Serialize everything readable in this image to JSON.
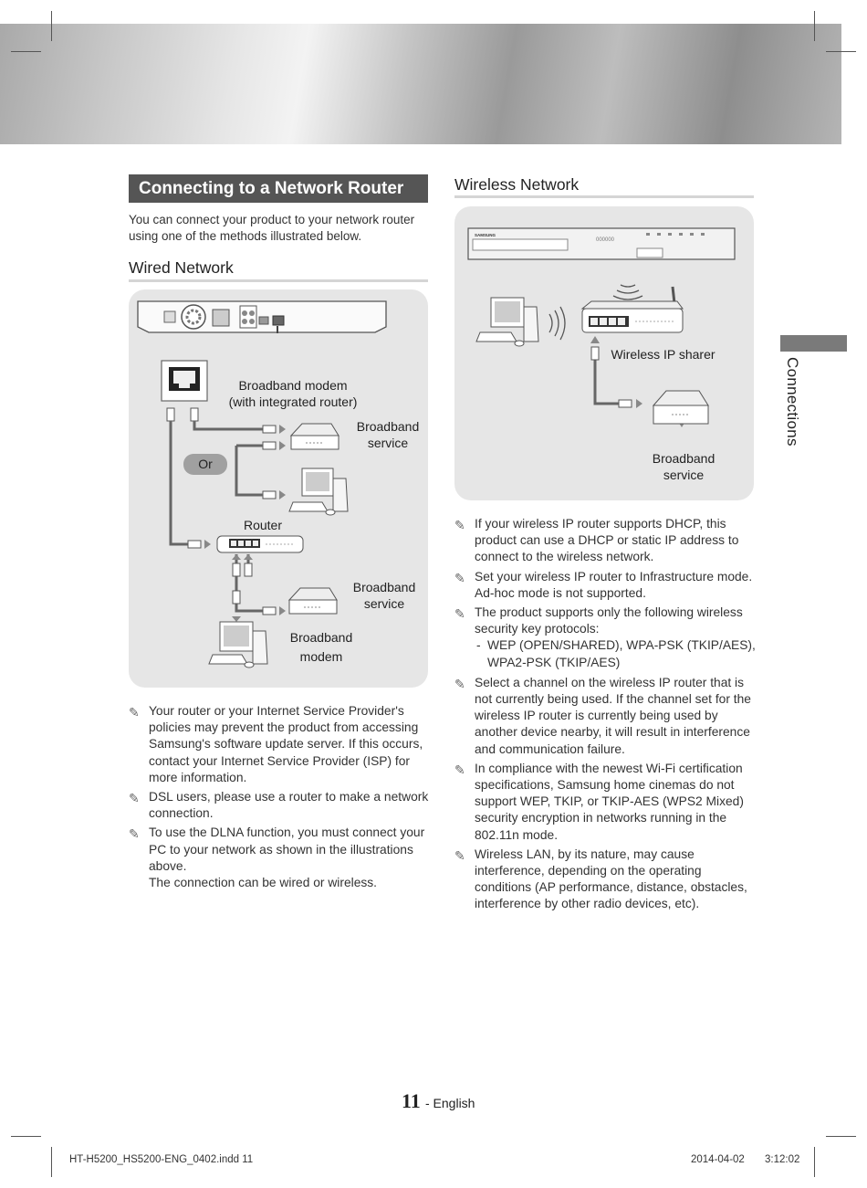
{
  "header": {
    "section_title": "Connecting to a Network Router",
    "intro": "You can connect your product to your network router using one of the methods illustrated below."
  },
  "wired": {
    "heading": "Wired Network",
    "labels": {
      "modem_router": "Broadband modem",
      "modem_router_sub": "(with integrated router)",
      "service1_a": "Broadband",
      "service1_b": "service",
      "or": "Or",
      "router": "Router",
      "service2_a": "Broadband",
      "service2_b": "service",
      "modem_a": "Broadband",
      "modem_b": "modem"
    },
    "notes": [
      "Your router or your Internet Service Provider's policies may prevent the product from accessing Samsung's software update server. If this occurs, contact your Internet Service Provider (ISP) for more information.",
      "DSL users, please use a router to make a network connection.",
      "To use the DLNA function, you must connect your PC to your network as shown in the illustrations above."
    ],
    "note_extra": "The connection can be wired or wireless."
  },
  "wireless": {
    "heading": "Wireless Network",
    "device_brand": "SAMSUNG",
    "device_display": "000000",
    "labels": {
      "sharer": "Wireless IP sharer",
      "service_a": "Broadband",
      "service_b": "service"
    },
    "notes": [
      "If your wireless IP router supports DHCP, this product can use a DHCP or static IP address to connect to the wireless network.",
      "Set your wireless IP router to Infrastructure mode. Ad-hoc mode is not supported.",
      "The product supports only the following wireless security key protocols:"
    ],
    "protocols": "WEP (OPEN/SHARED), WPA-PSK (TKIP/AES), WPA2-PSK (TKIP/AES)",
    "notes2": [
      "Select a channel on the wireless IP router that is not currently being used. If the channel set for the wireless IP router is currently being used by another device nearby, it will result in interference and communication failure.",
      "In compliance with the newest Wi-Fi certification specifications, Samsung home cinemas do not support WEP, TKIP, or TKIP-AES (WPS2 Mixed) security encryption in networks running in the 802.11n mode.",
      "Wireless LAN, by its nature, may cause interference, depending on the operating conditions (AP performance, distance, obstacles, interference by other radio devices, etc)."
    ]
  },
  "sidebar": {
    "tab_label": "Connections"
  },
  "page": {
    "number": "11",
    "lang": "- English"
  },
  "footer": {
    "file": "HT-H5200_HS5200-ENG_0402.indd   11",
    "date": "2014-04-02",
    "time": "3:12:02"
  }
}
